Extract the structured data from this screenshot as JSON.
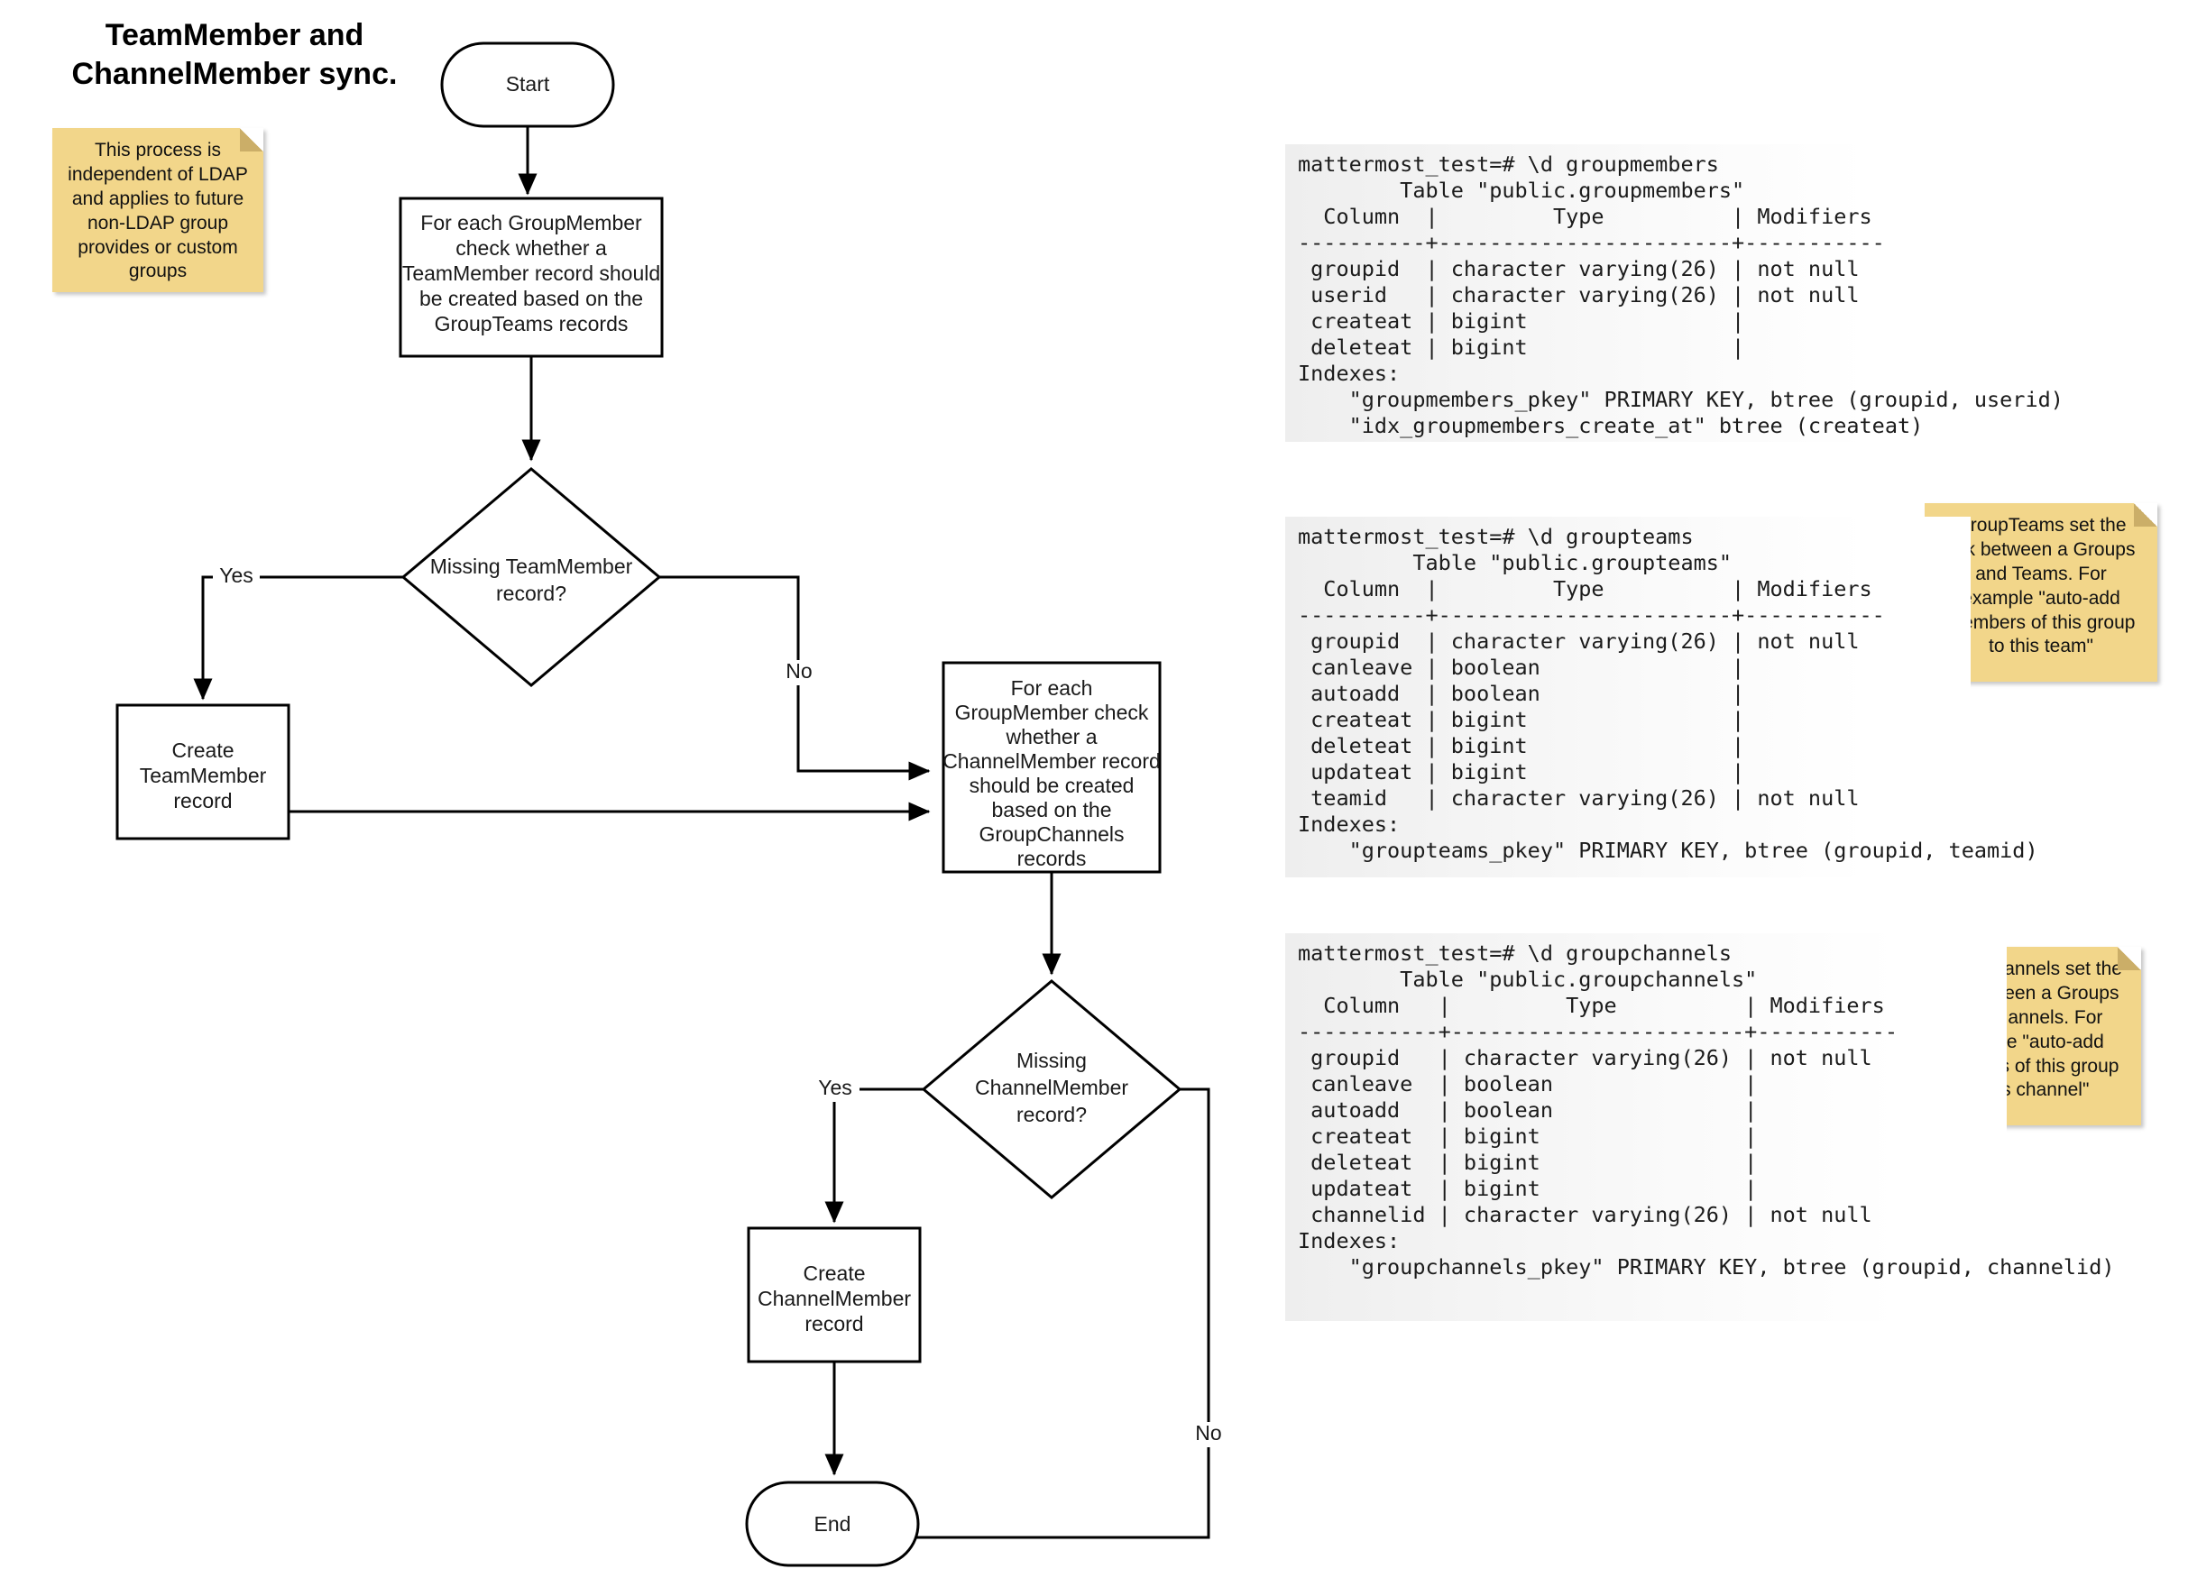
{
  "title": "TeamMember and\nChannelMember sync.",
  "notes": {
    "ldap": "This process is\nindependent of LDAP\nand applies to future\nnon-LDAP group\nprovides or custom\ngroups",
    "groupteams": "GroupTeams set the\nlink between a Groups\nand Teams. For\nexample \"auto-add\nmembers of this group\nto this team\"",
    "groupchannels": "GroupChannels set the\nlink between a Groups\nand Channels. For\nexample \"auto-add\nmembers of this group\nto this channel\""
  },
  "flow": {
    "start": "Start",
    "end": "End",
    "process_teams": [
      "For each GroupMember",
      "check whether a",
      "TeamMember record should",
      "be created based on the",
      "GroupTeams records"
    ],
    "decision_team": [
      "Missing TeamMember",
      "record?"
    ],
    "create_teammember": [
      "Create",
      "TeamMember",
      "record"
    ],
    "process_channels": [
      "For each",
      "GroupMember check",
      "whether a",
      "ChannelMember record",
      "should be created",
      "based on the",
      "GroupChannels",
      "records"
    ],
    "decision_channel": [
      "Missing",
      "ChannelMember",
      "record?"
    ],
    "create_channelmember": [
      "Create",
      "ChannelMember",
      "record"
    ],
    "labels": {
      "yes1": "Yes",
      "no1": "No",
      "yes2": "Yes",
      "no2": "No"
    }
  },
  "terminals": {
    "groupmembers": "mattermost_test=# \\d groupmembers\n        Table \"public.groupmembers\"\n  Column  |         Type          | Modifiers\n----------+-----------------------+-----------\n groupid  | character varying(26) | not null\n userid   | character varying(26) | not null\n createat | bigint                |\n deleteat | bigint                |\nIndexes:\n    \"groupmembers_pkey\" PRIMARY KEY, btree (groupid, userid)\n    \"idx_groupmembers_create_at\" btree (createat)",
    "groupteams": "mattermost_test=# \\d groupteams\n         Table \"public.groupteams\"\n  Column  |         Type          | Modifiers\n----------+-----------------------+-----------\n groupid  | character varying(26) | not null\n canleave | boolean               |\n autoadd  | boolean               |\n createat | bigint                |\n deleteat | bigint                |\n updateat | bigint                |\n teamid   | character varying(26) | not null\nIndexes:\n    \"groupteams_pkey\" PRIMARY KEY, btree (groupid, teamid)",
    "groupchannels": "mattermost_test=# \\d groupchannels\n        Table \"public.groupchannels\"\n  Column   |         Type          | Modifiers\n-----------+-----------------------+-----------\n groupid   | character varying(26) | not null\n canleave  | boolean               |\n autoadd   | boolean               |\n createat  | bigint                |\n deleteat  | bigint                |\n updateat  | bigint                |\n channelid | character varying(26) | not null\nIndexes:\n    \"groupchannels_pkey\" PRIMARY KEY, btree (groupid, channelid)"
  },
  "colors": {
    "note_bg": "#f2d68a",
    "note_fold": "#cbae68",
    "stroke": "#000000",
    "code_bg": "#eeeeee"
  }
}
